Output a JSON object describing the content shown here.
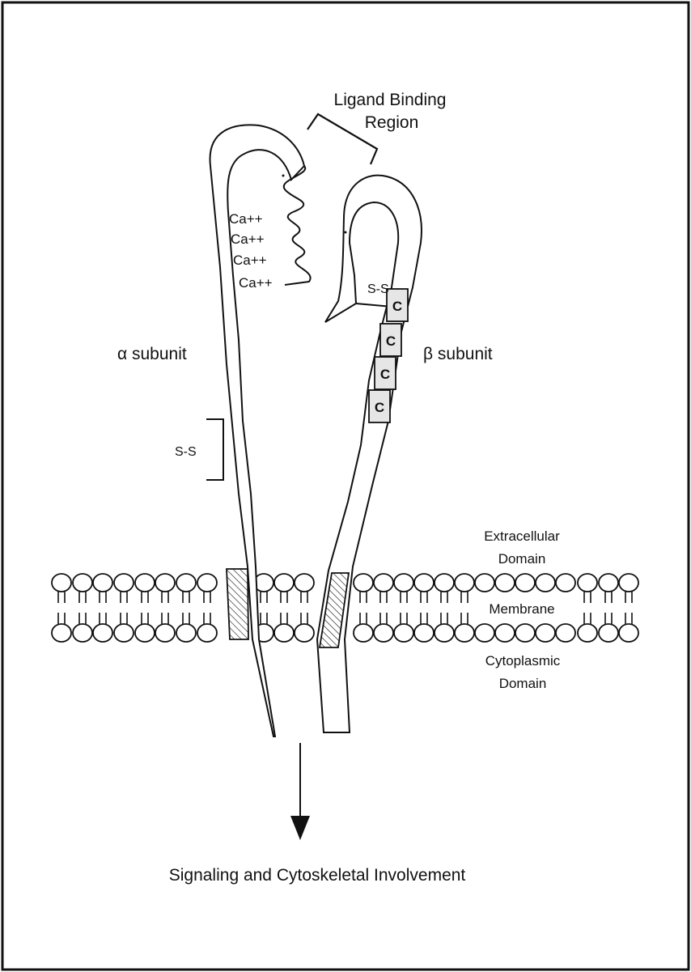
{
  "labels": {
    "ligand_line1": "Ligand Binding",
    "ligand_line2": "Region",
    "alpha": "α subunit",
    "beta": "β subunit",
    "ss_alpha": "S-S",
    "ss_beta": "S-S",
    "ca": [
      "Ca++",
      "Ca++",
      "Ca++",
      "Ca++"
    ],
    "cys": [
      "C",
      "C",
      "C",
      "C"
    ],
    "extracellular_line1": "Extracellular",
    "extracellular_line2": "Domain",
    "membrane": "Membrane",
    "cytoplasmic_line1": "Cytoplasmic",
    "cytoplasmic_line2": "Domain",
    "caption": "Signaling and Cytoskeletal Involvement"
  }
}
